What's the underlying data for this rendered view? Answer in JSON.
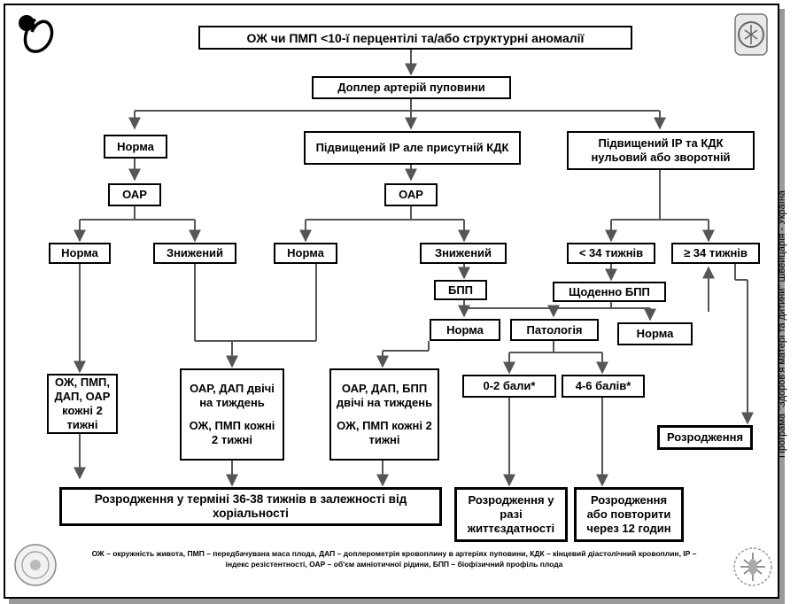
{
  "boxes": {
    "top": "ОЖ чи ПМП <10-ї перцентілі та/або структурні аномалії",
    "doppler": "Доплер артерій пуповини",
    "norm_left": "Норма",
    "ip_kdk_present": "Підвищений ІР але присутній КДК",
    "ip_kdk_zero": "Підвищений ІР та КДК нульовий або зворотній",
    "oap_left": "ОАР",
    "oap_mid": "ОАР",
    "norm_a": "Норма",
    "reduced_a": "Знижений",
    "norm_b": "Норма",
    "reduced_b": "Знижений",
    "lt34": "< 34 тижнів",
    "ge34": "≥ 34 тижнів",
    "bpp": "БПП",
    "daily_bpp": "Щоденно БПП",
    "norm_c": "Норма",
    "pathology": "Патологія",
    "norm_d": "Норма",
    "monitor1": "ОЖ, ПМП, ДАП, ОАР кожні 2 тижні",
    "monitor2_a": "ОАР, ДАП двічі на тиждень",
    "monitor2_b": "ОЖ, ПМП кожні 2 тижні",
    "monitor3_a": "ОАР, ДАП, БПП двічі на тиждень",
    "monitor3_b": "ОЖ, ПМП кожні 2 тижні",
    "score_low": "0-2 бали*",
    "score_mid": "4-6 балів*",
    "delivery_right": "Розродження",
    "delivery_main": "Розродження у терміні 36-38 тижнів в залежності від хоріальності",
    "delivery_viable": "Розродження у разі життєздатності",
    "delivery_repeat": "Розродження або повторити через 12 годин"
  },
  "side_text": "Програма \"Здоров'я матері та дитини\" Швейцарія - Україна",
  "footnote": "ОЖ – окружність живота, ПМП – передбачувана маса плода, ДАП – доплерометрія кровоплину в артеріях пуповини, КДК – кінцевий діастолічний кровоплин, ІР – індекс резістентності, ОАР – об'єм амніотичної рідини, БПП – біофізичний профіль плода"
}
